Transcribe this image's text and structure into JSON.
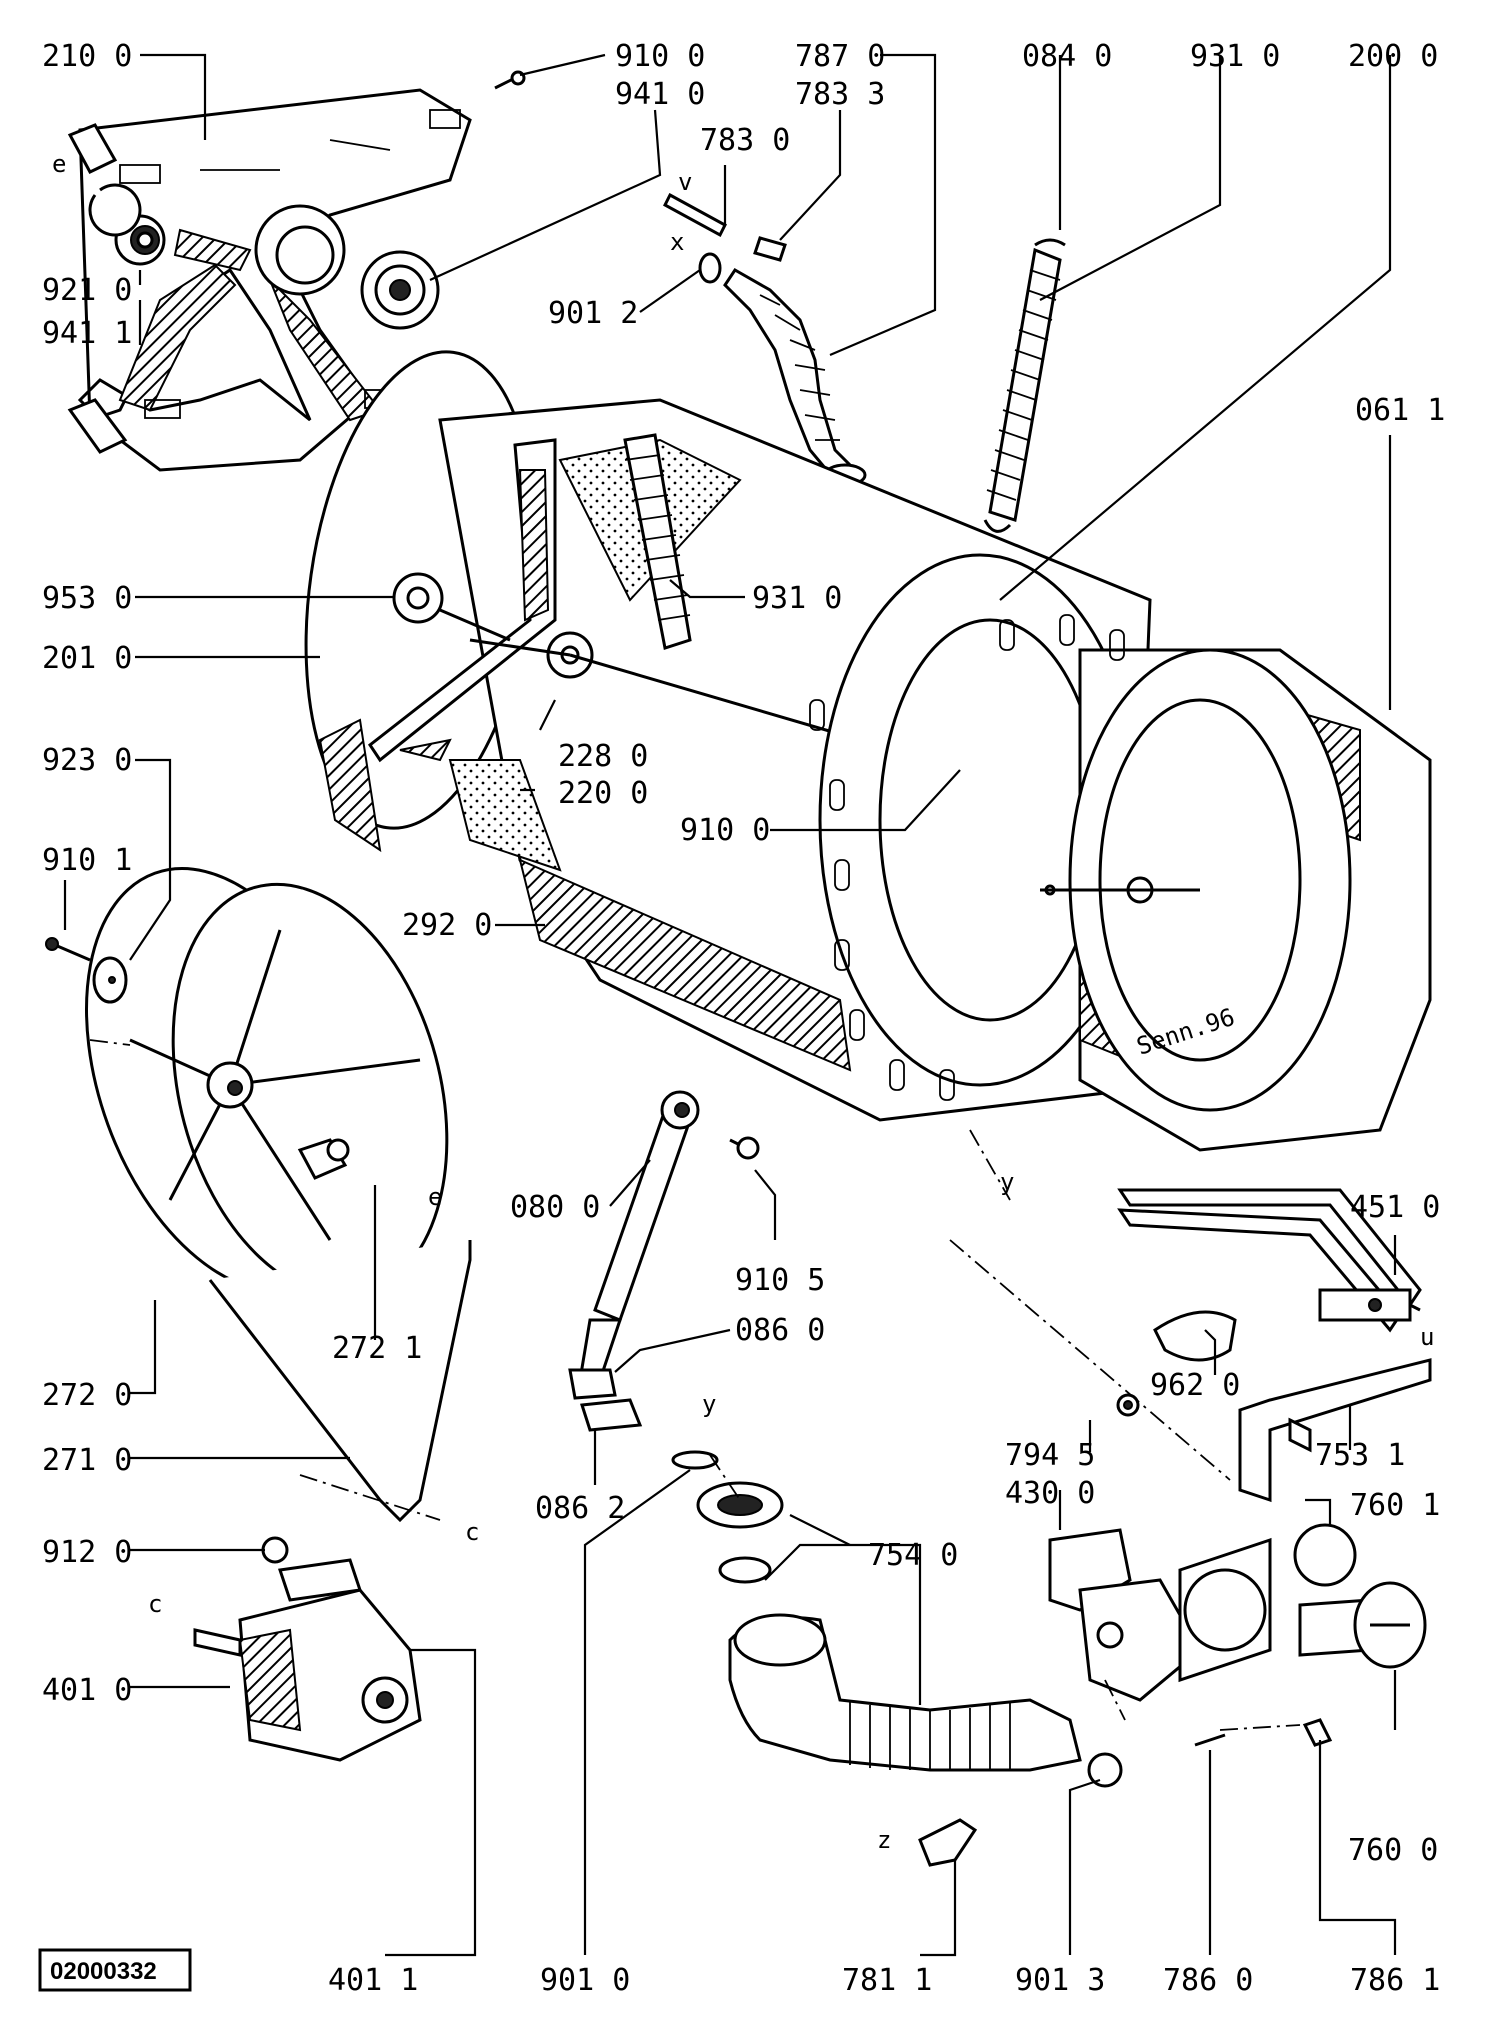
{
  "document_number": "02000332",
  "signature": "Senn.96",
  "labels": {
    "l2100": "210 0",
    "l9100": "910 0",
    "l9410": "941 0",
    "l7870": "787 0",
    "l7833": "783 3",
    "l7830": "783 0",
    "l0840": "084 0",
    "l9310top": "931 0",
    "l2000": "200 0",
    "l9210": "921 0",
    "l9411": "941 1",
    "l9012": "901 2",
    "l0611": "061 1",
    "l9530": "953 0",
    "l9310mid": "931 0",
    "l2010": "201 0",
    "l9230": "923 0",
    "l2280": "228 0",
    "l2200": "220 0",
    "l9100mid": "910 0",
    "l9101": "910 1",
    "l2920": "292 0",
    "l0800": "080 0",
    "l9105": "910 5",
    "l4510": "451 0",
    "l0860": "086 0",
    "l2721": "272 1",
    "l2720": "272 0",
    "l9620": "962 0",
    "l2710": "271 0",
    "l0862": "086 2",
    "l7945": "794 5",
    "l7531": "753 1",
    "l4300": "430 0",
    "l7601": "760 1",
    "l9120": "912 0",
    "l7540": "754 0",
    "l4010": "401 0",
    "l7600": "760 0",
    "l4011": "401 1",
    "l9010": "901 0",
    "l7811": "781 1",
    "l9013": "901 3",
    "l7860": "786 0",
    "l7861": "786 1"
  },
  "markers": {
    "v": "v",
    "x": "x",
    "e1": "e",
    "e2": "e",
    "y1": "y",
    "y2": "y",
    "u": "u",
    "c1": "c",
    "c2": "c",
    "z": "z"
  }
}
